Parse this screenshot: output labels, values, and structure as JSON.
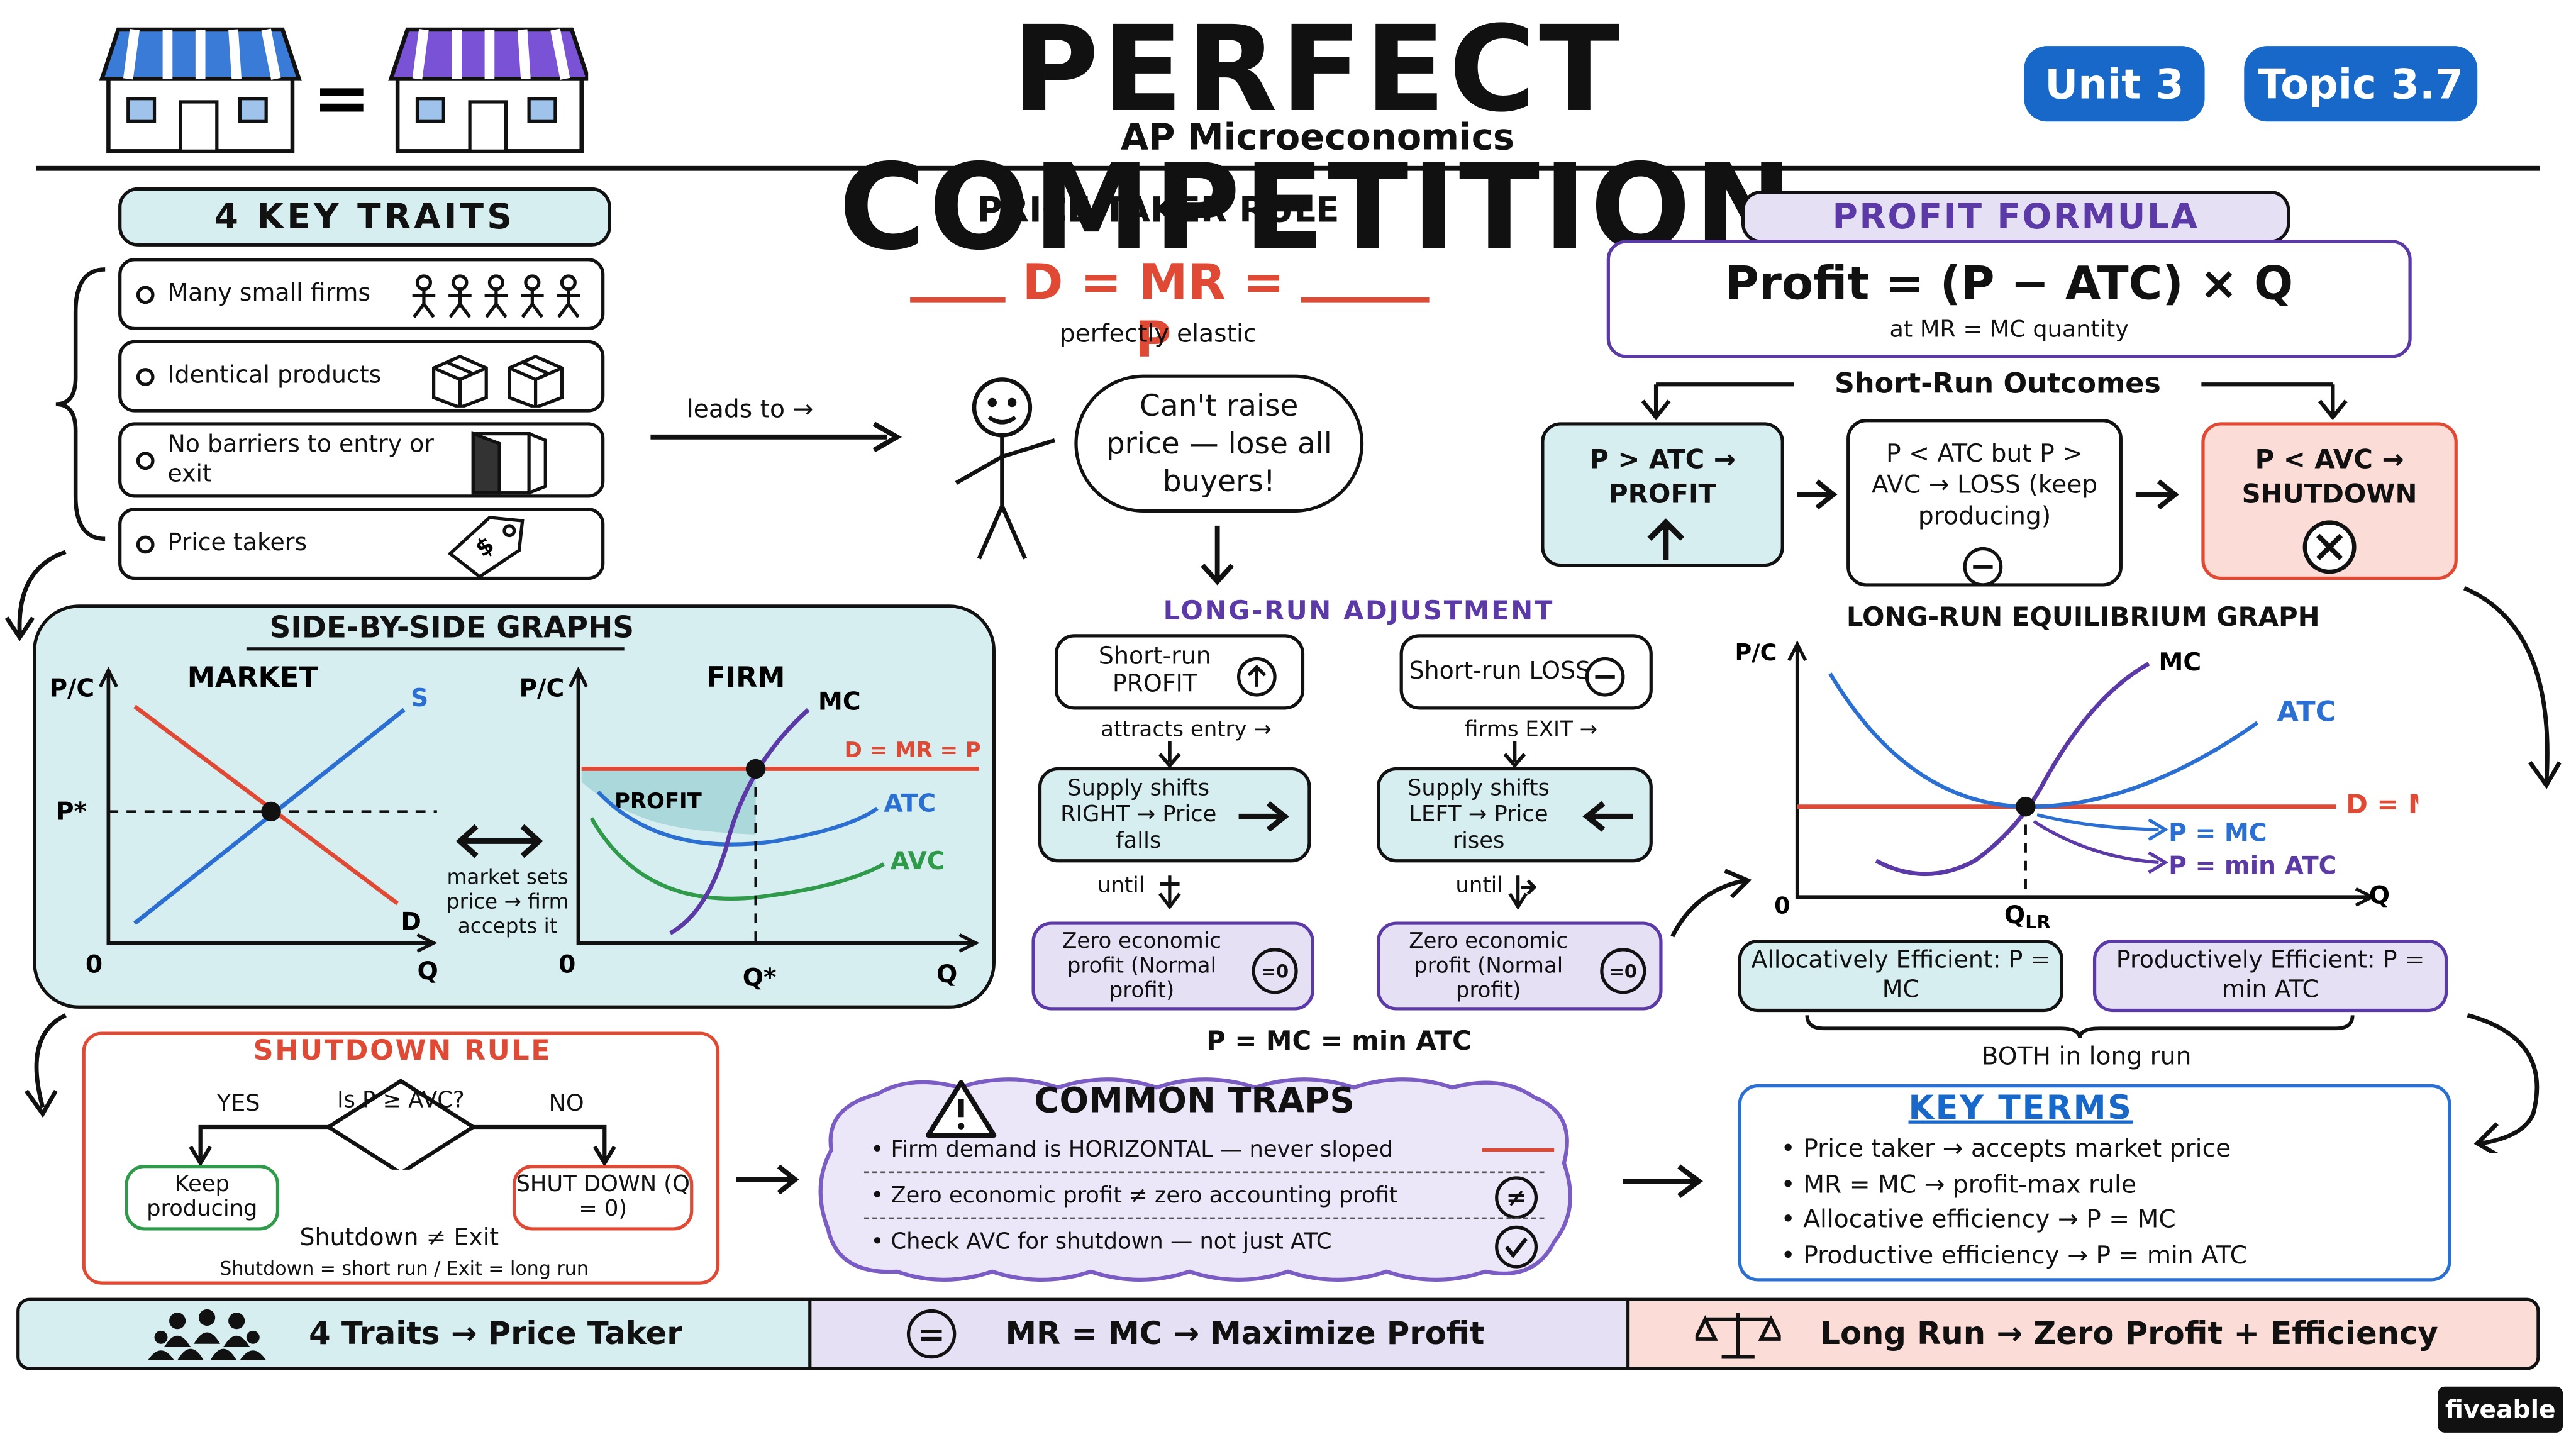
{
  "header": {
    "title": "PERFECT COMPETITION",
    "subtitle": "AP Microeconomics",
    "equals": "=",
    "unit": "Unit 3",
    "topic": "Topic 3.7"
  },
  "traits": {
    "title": "4 KEY TRAITS",
    "items": [
      "Many small firms",
      "Identical products",
      "No barriers to entry or exit",
      "Price takers"
    ],
    "leads_to": "leads to →"
  },
  "price_taker": {
    "title": "PRICE TAKER RULE",
    "formula": "D = MR = P",
    "note": "perfectly elastic",
    "speech": "Can't raise price — lose all buyers!"
  },
  "profit_formula": {
    "title": "PROFIT FORMULA",
    "formula": "Profit = (P − ATC) × Q",
    "note": "at MR = MC quantity",
    "outcomes_title": "Short-Run Outcomes",
    "outcome1": "P > ATC → PROFIT",
    "outcome2": "P < ATC but P > AVC → LOSS (keep producing)",
    "outcome3": "P < AVC → SHUTDOWN"
  },
  "graphs": {
    "title": "SIDE-BY-SIDE GRAPHS",
    "market": {
      "label": "MARKET",
      "y": "P/C",
      "x": "Q",
      "origin": "0",
      "pstar": "P*",
      "supply": "S",
      "demand": "D"
    },
    "middle": "market sets price → firm accepts it",
    "firm": {
      "label": "FIRM",
      "y": "P/C",
      "x": "Q",
      "origin": "0",
      "qstar": "Q*",
      "mc": "MC",
      "atc": "ATC",
      "avc": "AVC",
      "dmrp": "D = MR = P",
      "profit": "PROFIT"
    }
  },
  "long_run": {
    "title": "LONG-RUN ADJUSTMENT",
    "left_top": "Short-run PROFIT",
    "left_arrow": "attracts entry →",
    "left_mid": "Supply shifts RIGHT → Price falls",
    "left_until": "until",
    "left_bottom": "Zero economic profit (Normal profit)",
    "right_top": "Short-run LOSS",
    "right_arrow": "firms EXIT →",
    "right_mid": "Supply shifts LEFT → Price rises",
    "right_until": "until",
    "right_bottom": "Zero economic profit (Normal profit)",
    "zero_badge": "=0",
    "result": "P = MC = min ATC"
  },
  "lr_graph": {
    "title": "LONG-RUN EQUILIBRIUM GRAPH",
    "y": "P/C",
    "x": "Q",
    "origin": "0",
    "qlr": "Q",
    "qlr_sub": "LR",
    "mc": "MC",
    "atc": "ATC",
    "dmrp": "D = MR = P",
    "p_mc": "P = MC",
    "p_minatc": "P = min ATC",
    "alloc": "Allocatively Efficient: P = MC",
    "prod": "Productively Efficient: P = min ATC",
    "both": "BOTH in long run"
  },
  "shutdown": {
    "title": "SHUTDOWN RULE",
    "question": "Is P ≥ AVC?",
    "yes": "YES",
    "no": "NO",
    "keep": "Keep producing",
    "shut": "SHUT DOWN (Q = 0)",
    "note1": "Shutdown ≠ Exit",
    "note2": "Shutdown = short run / Exit = long run"
  },
  "traps": {
    "title": "COMMON TRAPS",
    "items": [
      "Firm demand is HORIZONTAL — never sloped",
      "Zero economic profit ≠ zero accounting profit",
      "Check AVC for shutdown — not just ATC"
    ],
    "neq": "≠"
  },
  "key_terms": {
    "title": "KEY TERMS",
    "items": [
      "Price taker → accepts market price",
      "MR = MC → profit-max rule",
      "Allocative efficiency → P = MC",
      "Productive efficiency → P = min ATC"
    ]
  },
  "footer": {
    "s1": "4 Traits → Price Taker",
    "s2": "MR = MC → Maximize Profit",
    "s3": "Long Run → Zero Profit + Efficiency",
    "eq": "=",
    "brand": "fiveable"
  },
  "colors": {
    "red": "#e04a35",
    "blue": "#2a6fd1",
    "green": "#2e9a4a",
    "purple": "#5b3aa7",
    "teal_bg": "#d7eef1",
    "purple_bg": "#e6e0f5",
    "red_bg": "#fbdcd6",
    "pill": "#1768c8"
  }
}
